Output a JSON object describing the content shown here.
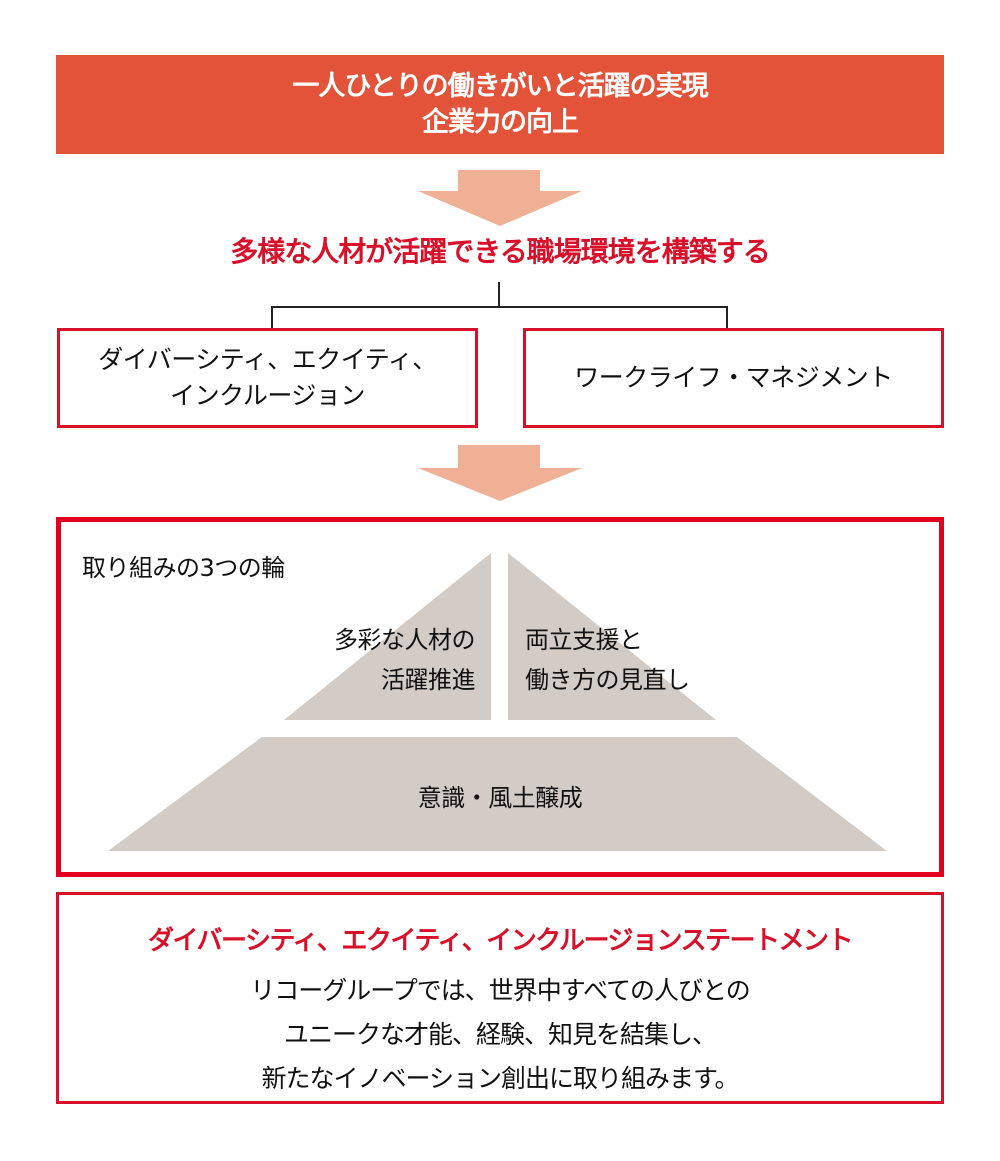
{
  "colors": {
    "header_bg": "#E2533A",
    "arrow": "#F0B095",
    "accent_red": "#D8102A",
    "wheel_border": "#E1001E",
    "pyramid_gray": "#D3CCC6",
    "text": "#111111"
  },
  "header": {
    "line1": "一人ひとりの働きがいと活躍の実現",
    "line2": "企業力の向上"
  },
  "goal": {
    "text": "多様な人材が活躍できる職場環境を構築する"
  },
  "pillars": [
    {
      "line1": "ダイバーシティ、エクイティ、",
      "line2": "インクルージョン"
    },
    {
      "line1": "ワークライフ・マネジメント"
    }
  ],
  "wheel": {
    "title": "取り組みの3つの輪",
    "left_triangle": {
      "line1": "多彩な人材の",
      "line2": "活躍推進"
    },
    "right_triangle": {
      "line1": "両立支援と",
      "line2": "働き方の見直し"
    },
    "base": {
      "text": "意識・風土醸成"
    }
  },
  "statement": {
    "title": "ダイバーシティ、エクイティ、インクルージョンステートメント",
    "lines": [
      "リコーグループでは、世界中すべての人びとの",
      "ユニークな才能、経験、知見を結集し、",
      "新たなイノベーション創出に取り組みます。"
    ]
  }
}
